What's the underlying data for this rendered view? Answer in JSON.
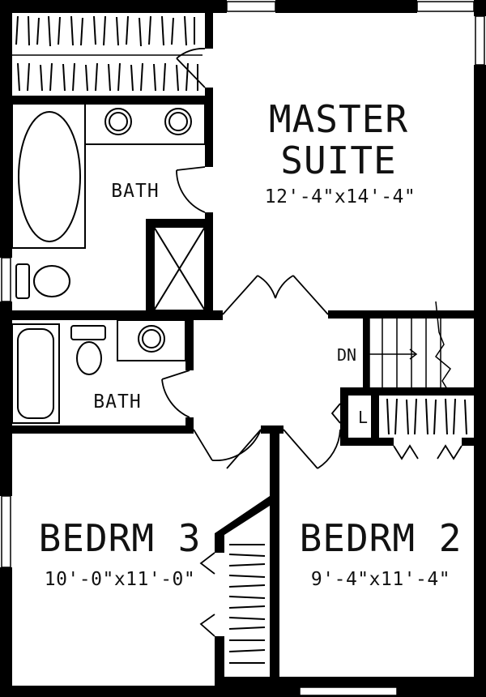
{
  "rooms": {
    "master": {
      "name_line1": "MASTER",
      "name_line2": "SUITE",
      "size": "12'-4\"x14'-4\""
    },
    "bath_master": {
      "name": "BATH"
    },
    "bath_hall": {
      "name": "BATH"
    },
    "bedroom3": {
      "name": "BEDRM 3",
      "size": "10'-0\"x11'-0\""
    },
    "bedroom2": {
      "name": "BEDRM 2",
      "size": "9'-4\"x11'-4\""
    },
    "stair": {
      "label": "DN"
    },
    "linen": {
      "label": "L"
    }
  }
}
